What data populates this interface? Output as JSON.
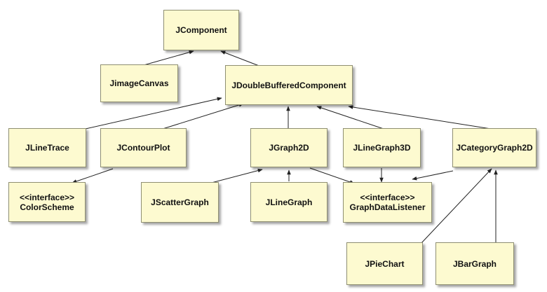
{
  "nodes": {
    "jcomponent": {
      "label": "JComponent"
    },
    "jimagecanvas": {
      "label": "JimageCanvas"
    },
    "jdoublebuffered": {
      "label": "JDoubleBufferedComponent"
    },
    "jlinetrace": {
      "label": "JLineTrace"
    },
    "jcontourplot": {
      "label": "JContourPlot"
    },
    "jgraph2d": {
      "label": "JGraph2D"
    },
    "jlinegraph3d": {
      "label": "JLineGraph3D"
    },
    "jcategorygraph2d": {
      "label": "JCategoryGraph2D"
    },
    "colorscheme": {
      "stereotype": "<<interface>>",
      "label": "ColorScheme"
    },
    "jscattergraph": {
      "label": "JScatterGraph"
    },
    "jlinegraph": {
      "label": "JLineGraph"
    },
    "graphdatalistener": {
      "stereotype": "<<interface>>",
      "label": "GraphDataListener"
    },
    "jpiechart": {
      "label": "JPieChart"
    },
    "jbargraph": {
      "label": "JBarGraph"
    }
  },
  "edges": [
    {
      "from": "jimagecanvas",
      "to": "jcomponent"
    },
    {
      "from": "jdoublebuffered",
      "to": "jcomponent"
    },
    {
      "from": "jlinetrace",
      "to": "jdoublebuffered"
    },
    {
      "from": "jcontourplot",
      "to": "jdoublebuffered"
    },
    {
      "from": "jgraph2d",
      "to": "jdoublebuffered"
    },
    {
      "from": "jlinegraph3d",
      "to": "jdoublebuffered"
    },
    {
      "from": "jcategorygraph2d",
      "to": "jdoublebuffered"
    },
    {
      "from": "jcontourplot",
      "to": "colorscheme"
    },
    {
      "from": "jscattergraph",
      "to": "jgraph2d"
    },
    {
      "from": "jlinegraph",
      "to": "jgraph2d"
    },
    {
      "from": "jgraph2d",
      "to": "graphdatalistener"
    },
    {
      "from": "jlinegraph3d",
      "to": "graphdatalistener"
    },
    {
      "from": "jcategorygraph2d",
      "to": "graphdatalistener"
    },
    {
      "from": "jpiechart",
      "to": "jcategorygraph2d"
    },
    {
      "from": "jbargraph",
      "to": "jcategorygraph2d"
    }
  ]
}
